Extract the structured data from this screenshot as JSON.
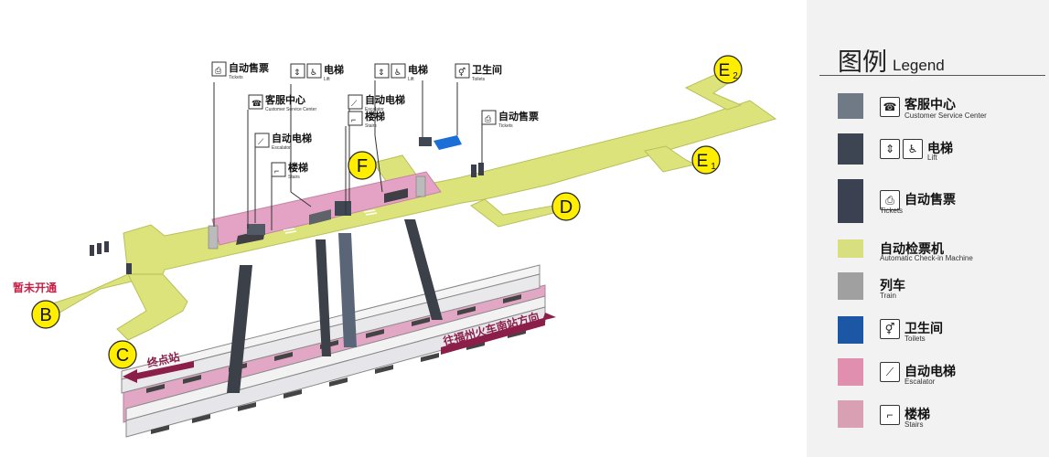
{
  "entrances": {
    "b": "B",
    "c": "C",
    "d": "D",
    "e1": {
      "letter": "E",
      "sub": "1"
    },
    "e2": {
      "letter": "E",
      "sub": "2"
    },
    "f": "F"
  },
  "notices": {
    "not_open": "暂未开通",
    "terminal": "终点站",
    "direction": "往福州火车南站方向"
  },
  "callouts": {
    "tickets_left": {
      "zh": "自动售票",
      "en": "Tickets"
    },
    "customer_service": {
      "zh": "客服中心",
      "en": "Customer Service Center"
    },
    "escalator_left": {
      "zh": "自动电梯",
      "en": "Escalator"
    },
    "stairs_left": {
      "zh": "楼梯",
      "en": "Stairs"
    },
    "lift_left": {
      "zh": "电梯",
      "en": "Lift"
    },
    "escalator_stairs_mid": {
      "zh1": "自动电梯",
      "en1": "Escalator",
      "zh2": "楼梯",
      "en2": "Stairs"
    },
    "lift_right": {
      "zh": "电梯",
      "en": "Lift"
    },
    "toilets": {
      "zh": "卫生间",
      "en": "Toilets"
    },
    "tickets_right": {
      "zh": "自动售票",
      "en": "Tickets"
    }
  },
  "legend": {
    "title_zh": "图例",
    "title_en": "Legend",
    "items": [
      {
        "zh": "客服中心",
        "en": "Customer Service Center",
        "icon": "customer-service-icon",
        "color": "#6f7a86"
      },
      {
        "zh": "电梯",
        "en": "Lift",
        "icon": "lift-icon",
        "color": "#3d4552"
      },
      {
        "zh": "自动售票",
        "en": "Tickets",
        "icon": "ticket-machine-icon",
        "color": "#3b4150"
      },
      {
        "zh": "自动检票机",
        "en": "Automatic Check-in Machine",
        "icon": "",
        "color": "#d8df7e"
      },
      {
        "zh": "列车",
        "en": "Train",
        "icon": "",
        "color": "#a0a0a0"
      },
      {
        "zh": "卫生间",
        "en": "Toilets",
        "icon": "toilet-icon",
        "color": "#1c57a6"
      },
      {
        "zh": "自动电梯",
        "en": "Escalator",
        "icon": "escalator-icon",
        "color": "#e08fae"
      },
      {
        "zh": "楼梯",
        "en": "Stairs",
        "icon": "stairs-icon",
        "color": "#d9a0b4"
      }
    ]
  },
  "colors": {
    "concourse": "#dde37b",
    "concourse_edge": "#b9bf5a",
    "paid_area": "#e4a3c5",
    "entrance_badge": "#ffee00",
    "toilet": "#1c6fd6",
    "notice_red": "#c81e44",
    "direction_arrow": "#8c1e4a"
  }
}
